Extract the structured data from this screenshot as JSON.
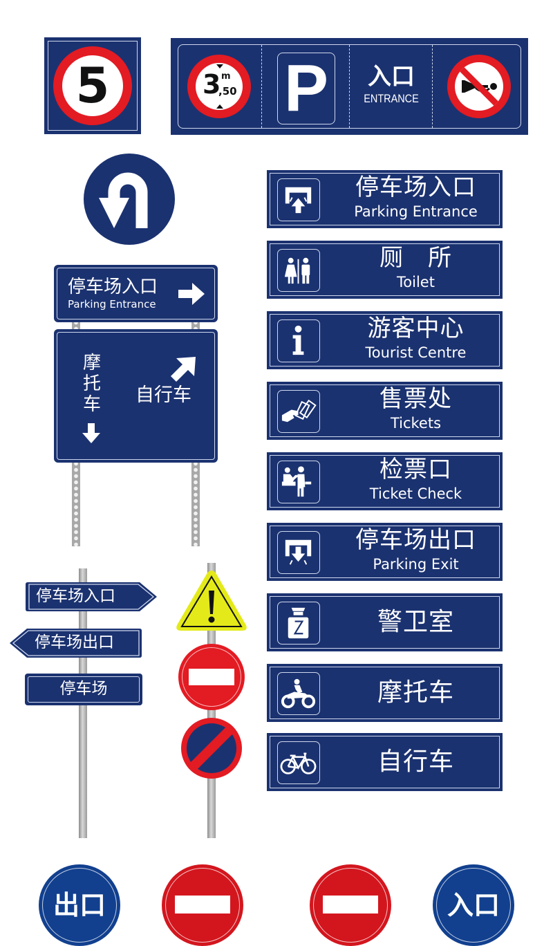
{
  "colors": {
    "navy": "#1b3270",
    "red": "#e31b23",
    "white": "#ffffff",
    "yellow": "#e4ea1a",
    "pole_gray": "#b5b5b5",
    "bottom_blue": "#12408f"
  },
  "speed_sign": {
    "value": "5"
  },
  "top_banner": {
    "height_limit": {
      "major": "3",
      "unit": "m",
      "minor": ",50"
    },
    "parking_letter": "P",
    "entrance_zh": "入口",
    "entrance_en": "ENTRANCE",
    "no_horn_icon": "no-horn-icon"
  },
  "u_turn_sign": {
    "icon": "u-turn-icon"
  },
  "gantry_sign": {
    "top_panel": {
      "zh": "停车场入口",
      "en": "Parking Entrance",
      "arrow": "arrow-right-icon"
    },
    "bottom_panel": {
      "left_vertical": [
        "摩",
        "托",
        "车"
      ],
      "left_arrow": "arrow-down-icon",
      "right_label": "自行车",
      "right_arrow": "arrow-up-right-icon"
    }
  },
  "signpost": {
    "boards": [
      {
        "label": "停车场入口",
        "direction": "right"
      },
      {
        "label": "停车场出口",
        "direction": "left"
      },
      {
        "label": "停车场",
        "direction": "none"
      }
    ]
  },
  "pole_signs": [
    {
      "type": "warning",
      "icon": "exclamation-icon"
    },
    {
      "type": "no-entry",
      "icon": "no-entry-bar-icon"
    },
    {
      "type": "no-parking",
      "icon": "no-parking-icon"
    }
  ],
  "info_signs": [
    {
      "zh": "停车场入口",
      "en": "Parking Entrance",
      "icon": "parking-entrance-icon"
    },
    {
      "zh": "厕　所",
      "en": "Toilet",
      "icon": "toilet-icon"
    },
    {
      "zh": "游客中心",
      "en": "Tourist Centre",
      "icon": "info-icon"
    },
    {
      "zh": "售票处",
      "en": "Tickets",
      "icon": "tickets-icon"
    },
    {
      "zh": "检票口",
      "en": "Ticket Check",
      "icon": "ticket-check-icon"
    },
    {
      "zh": "停车场出口",
      "en": "Parking Exit",
      "icon": "parking-exit-icon"
    },
    {
      "zh": "警卫室",
      "en": "",
      "icon": "guard-icon"
    },
    {
      "zh": "摩托车",
      "en": "",
      "icon": "motorcycle-icon"
    },
    {
      "zh": "自行车",
      "en": "",
      "icon": "bicycle-icon"
    }
  ],
  "bottom_signs": [
    {
      "type": "exit",
      "label": "出口"
    },
    {
      "type": "no-entry",
      "label": ""
    },
    {
      "type": "no-entry",
      "label": ""
    },
    {
      "type": "entrance",
      "label": "入口"
    }
  ]
}
